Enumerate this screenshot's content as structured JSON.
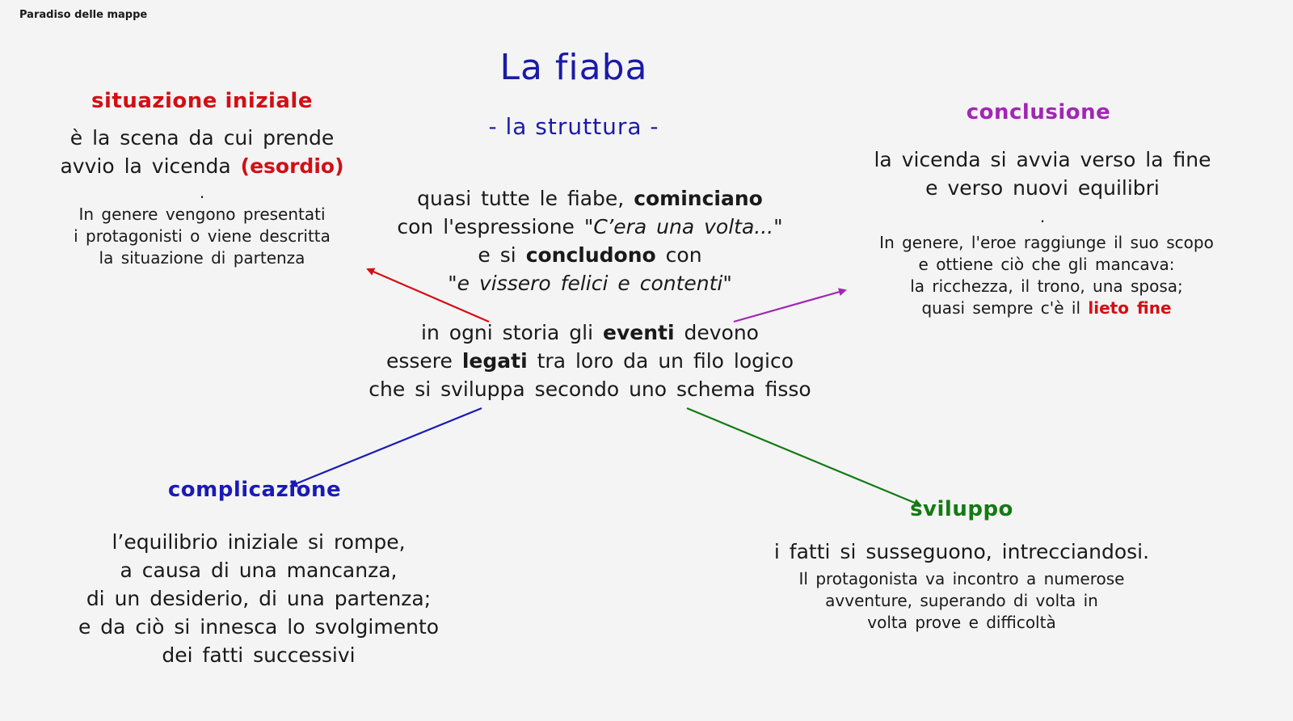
{
  "credit": "Paradiso delle mappe",
  "title": "La fiaba",
  "subtitle": "- la struttura -",
  "center_top": {
    "l1_a": "quasi tutte le fiabe,",
    "l1_b": "cominciano",
    "l2_a": "con l'espressione",
    "l2_b": "\"C’era una volta...\"",
    "l3_a": "e si",
    "l3_b": "concludono",
    "l3_c": "con",
    "l4": "\"e vissero felici e contenti\""
  },
  "center_mid": {
    "l1_a": "in ogni storia gli",
    "l1_b": "eventi",
    "l1_c": "devono",
    "l2_a": "essere",
    "l2_b": "legati",
    "l2_c": "tra loro da un filo logico",
    "l3": "che si sviluppa secondo uno schema fisso"
  },
  "situazione": {
    "heading": "situazione iniziale",
    "l1": "è la scena da cui prende",
    "l2_a": "avvio la vicenda",
    "l2_b": "(esordio)",
    "dot": ".",
    "s1": "In genere vengono presentati",
    "s2": "i protagonisti o viene descritta",
    "s3": "la situazione di partenza"
  },
  "conclusione": {
    "heading": "conclusione",
    "l1": "la vicenda si avvia verso la fine",
    "l2": "e verso nuovi equilibri",
    "dot": ".",
    "s1": "In genere, l'eroe raggiunge il suo scopo",
    "s2": "e ottiene ciò che gli mancava:",
    "s3": "la ricchezza, il trono, una sposa;",
    "s4_a": "quasi sempre c'è il",
    "s4_b": "lieto fine"
  },
  "complicazione": {
    "heading": "complicazione",
    "l1": "l’equilibrio iniziale si rompe,",
    "l2": "a causa di una mancanza,",
    "l3": "di un desiderio, di una partenza;",
    "l4": "e da ciò si innesca lo svolgimento",
    "l5": "dei fatti successivi"
  },
  "sviluppo": {
    "heading": "sviluppo",
    "l1": "i fatti si susseguono, intrecciandosi.",
    "s1": "Il protagonista va incontro a numerose",
    "s2": "avventure, superando di volta in",
    "s3": "volta prove e difficoltà"
  },
  "colors": {
    "situazione": "#d40e14",
    "conclusione": "#a226b5",
    "complicazione": "#1a1ab8",
    "sviluppo": "#137a14",
    "title": "#1a1aa8"
  }
}
